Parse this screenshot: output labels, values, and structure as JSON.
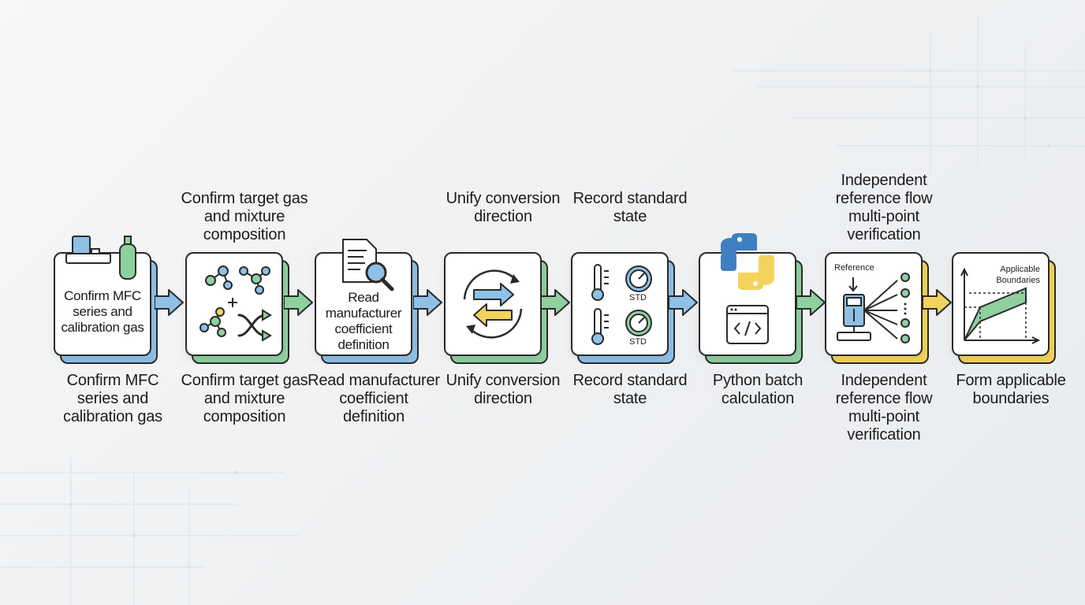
{
  "colors": {
    "blue": "#8fc0e6",
    "green": "#8fd0a0",
    "yellow": "#f3d35c",
    "outline": "#2a2a2a"
  },
  "steps": [
    {
      "top_label": "",
      "card_text": "Confirm MFC series and calibration gas",
      "bottom_label": "Confirm MFC series and calibration gas",
      "icon": "mfc-gas-cylinder-icon",
      "accent": "blue"
    },
    {
      "top_label": "Confirm target gas and mixture composition",
      "card_text": "",
      "bottom_label": "Confirm target gas and mixture composition",
      "icon": "molecule-mixture-icon",
      "accent": "green"
    },
    {
      "top_label": "",
      "card_text": "Read manufacturer coefficient definition",
      "bottom_label": "Read manufacturer coefficient definition",
      "icon": "document-search-icon",
      "accent": "blue"
    },
    {
      "top_label": "Unify conversion direction",
      "card_text": "",
      "bottom_label": "Unify conversion direction",
      "icon": "conversion-arrows-icon",
      "accent": "green"
    },
    {
      "top_label": "Record standard state",
      "card_text": "",
      "bottom_label": "Record standard state",
      "icon": "thermometer-gauge-icon",
      "accent": "blue",
      "gauge_label_1": "STD",
      "gauge_label_2": "STD"
    },
    {
      "top_label": "",
      "card_text": "",
      "bottom_label": "Python batch calculation",
      "icon": "python-code-icon",
      "accent": "green"
    },
    {
      "top_label": "Independent reference flow multi-point verification",
      "card_text": "",
      "bottom_label": "Independent reference flow multi-point verification",
      "icon": "reference-meter-icon",
      "accent": "yellow",
      "inner_label": "Reference"
    },
    {
      "top_label": "",
      "card_text": "",
      "bottom_label": "Form applicable boundaries",
      "icon": "boundary-chart-icon",
      "accent": "yellow",
      "inner_label": "Applicable Boundaries"
    }
  ]
}
